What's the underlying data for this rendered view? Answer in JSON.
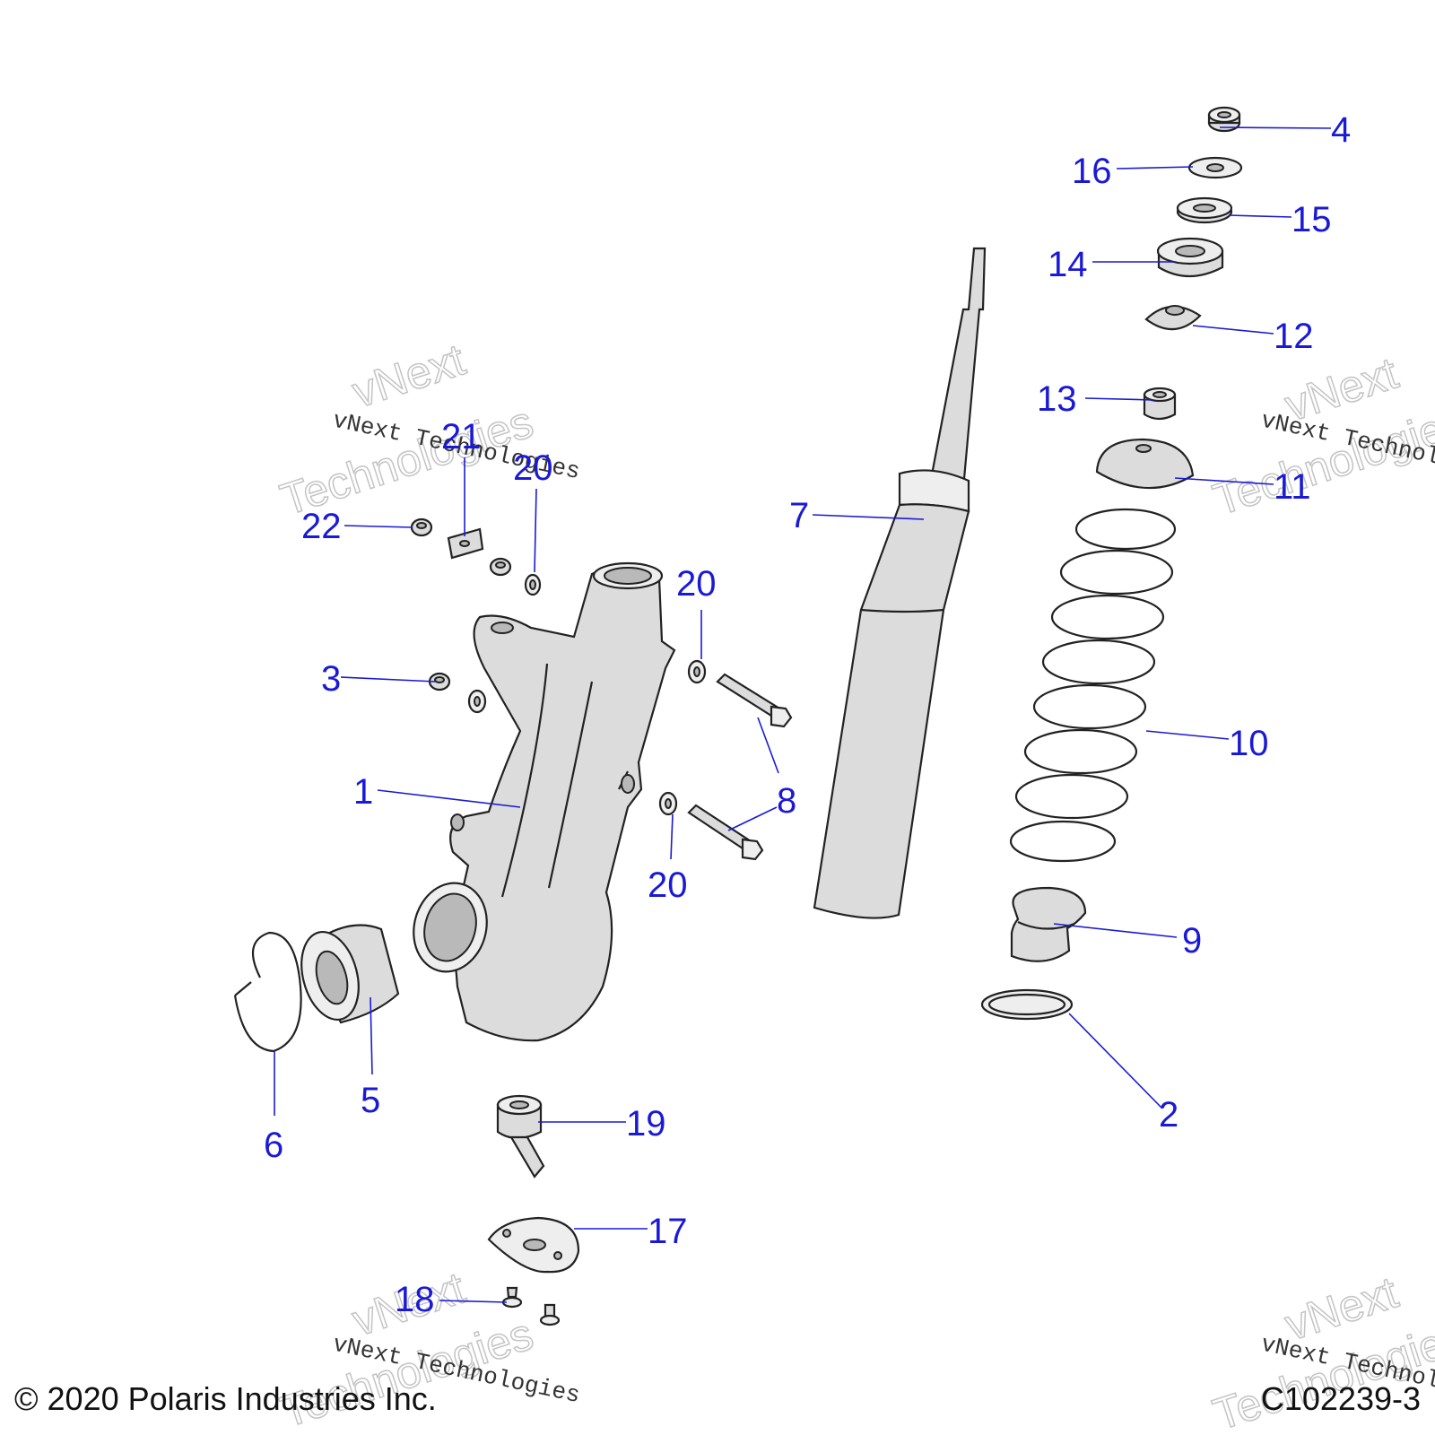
{
  "callouts": {
    "c1": "1",
    "c2": "2",
    "c3": "3",
    "c4": "4",
    "c5": "5",
    "c6": "6",
    "c7": "7",
    "c8": "8",
    "c9": "9",
    "c10": "10",
    "c11": "11",
    "c12": "12",
    "c13": "13",
    "c14": "14",
    "c15": "15",
    "c16": "16",
    "c17": "17",
    "c18": "18",
    "c19": "19",
    "c20a": "20",
    "c20b": "20",
    "c20c": "20",
    "c21": "21",
    "c22": "22"
  },
  "watermark": {
    "brand": "vNext Technologies",
    "line1": "vNext",
    "line2": "Technologies"
  },
  "footer": {
    "copyright": "© 2020 Polaris Industries Inc.",
    "figure_id": "C102239-3"
  },
  "colors": {
    "callout": "#1a1ad6",
    "part_fill": "#dcdcdc",
    "outline": "#222222"
  }
}
